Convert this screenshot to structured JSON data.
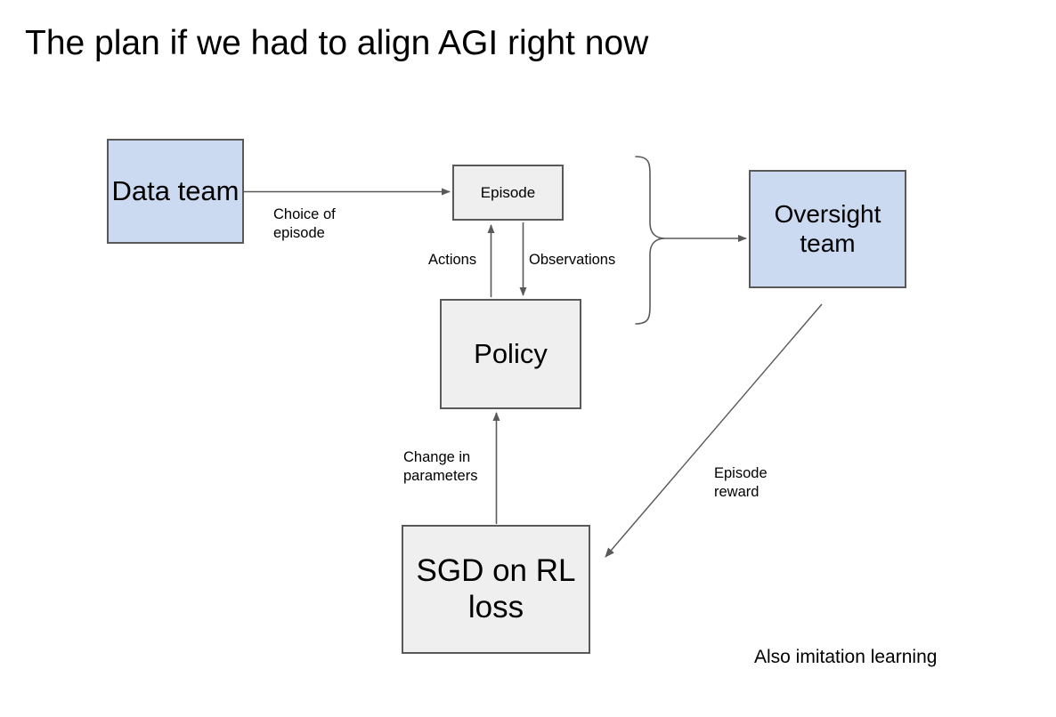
{
  "slide": {
    "title": "The plan if we had to align AGI right now",
    "background": "#ffffff"
  },
  "colors": {
    "team_box_fill": "#cbd9f1",
    "process_box_fill": "#efefef",
    "box_border": "#595959",
    "arrow": "#595959",
    "text": "#000000"
  },
  "nodes": [
    {
      "id": "data-team",
      "label": "Data\nteam",
      "style": "blue"
    },
    {
      "id": "episode",
      "label": "Episode",
      "style": "gray"
    },
    {
      "id": "oversight-team",
      "label": "Oversight\nteam",
      "style": "blue"
    },
    {
      "id": "policy",
      "label": "Policy",
      "style": "gray"
    },
    {
      "id": "sgd",
      "label": "SGD on\nRL loss",
      "style": "gray"
    }
  ],
  "edges": [
    {
      "id": "choice-of-episode",
      "label": "Choice of\nepisode",
      "from": "data-team",
      "to": "episode"
    },
    {
      "id": "actions",
      "label": "Actions",
      "from": "policy",
      "to": "episode"
    },
    {
      "id": "observations",
      "label": "Observations",
      "from": "episode",
      "to": "policy"
    },
    {
      "id": "brace-to-oversight",
      "label": "",
      "from": "episode-policy-group",
      "to": "oversight-team"
    },
    {
      "id": "episode-reward",
      "label": "Episode\nreward",
      "from": "oversight-team",
      "to": "sgd"
    },
    {
      "id": "change-in-parameters",
      "label": "Change in\nparameters",
      "from": "sgd",
      "to": "policy"
    }
  ],
  "notes": [
    {
      "id": "imitation",
      "text": "Also imitation learning"
    }
  ]
}
